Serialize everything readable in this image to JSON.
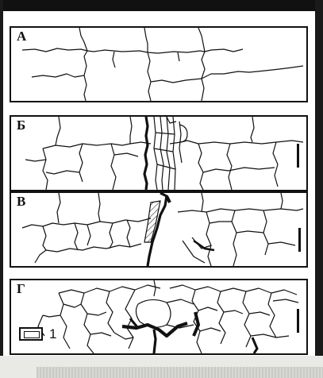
{
  "panels": [
    {
      "id": "a",
      "label": "А"
    },
    {
      "id": "b",
      "label": "Б"
    },
    {
      "id": "v",
      "label": "В"
    },
    {
      "id": "g",
      "label": "Г"
    }
  ],
  "legend": {
    "label": "1",
    "icon": "rectangle-inset-icon"
  }
}
